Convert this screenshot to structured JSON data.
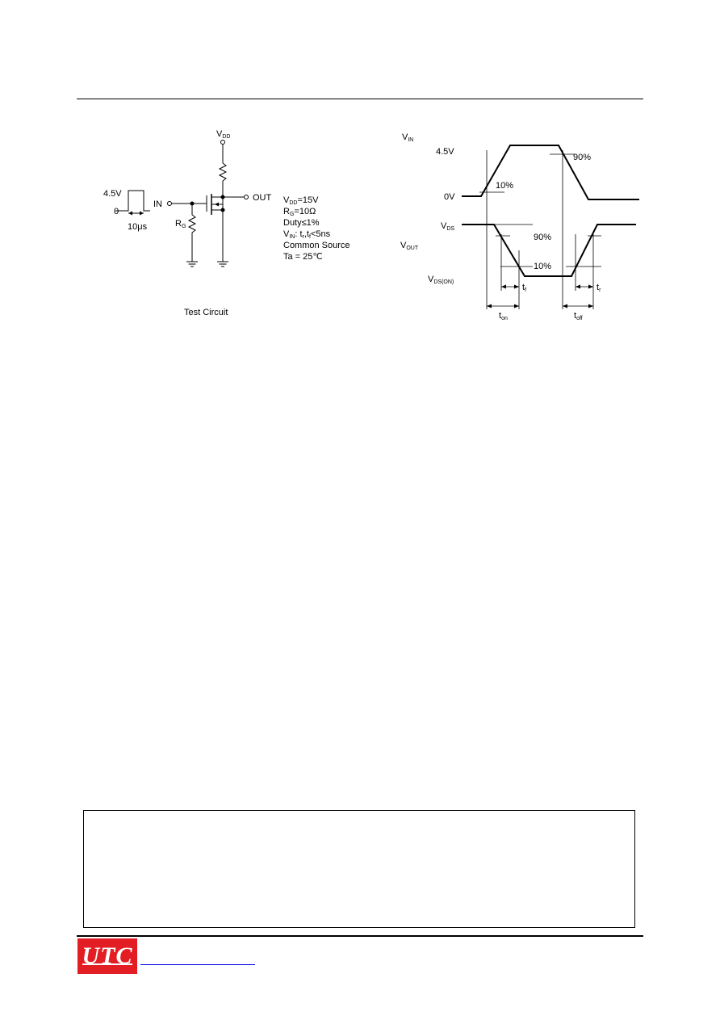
{
  "test_circuit": {
    "caption": "Test Circuit",
    "vdd_node": "V",
    "vdd_node_sub": "DD",
    "in_label": "IN",
    "out_label": "OUT",
    "rg_label": "R",
    "rg_sub": "G",
    "pulse_high": "4.5V",
    "pulse_low": "0",
    "pulse_width": "10μs",
    "params": {
      "vdd_a": "V",
      "vdd_sub": "DD",
      "vdd_b": "=15V",
      "rg_a": "R",
      "rg_sub": "G",
      "rg_b": "=10Ω",
      "duty": "Duty≤1%",
      "vin_a": "V",
      "vin_sub": "IN",
      "vin_b": ": t",
      "vin_sub2": "r",
      "vin_c": ",t",
      "vin_sub3": "f",
      "vin_d": "<5ns",
      "source": "Common Source",
      "ta": "Ta = 25℃"
    }
  },
  "waveform": {
    "vin_a": "V",
    "vin_sub": "IN",
    "level_high": "4.5V",
    "level_low": "0V",
    "pct_10_in": "10%",
    "pct_90_in": "90%",
    "vds_a": "V",
    "vds_sub": "DS",
    "vout_a": "V",
    "vout_sub": "OUT",
    "pct_90_out": "90%",
    "pct_10_out": "10%",
    "vdson_a": "V",
    "vdson_sub": "DS(ON)",
    "tf_a": "t",
    "tf_sub": "f",
    "tr_a": "t",
    "tr_sub": "r",
    "ton_a": "t",
    "ton_sub": "on",
    "toff_a": "t",
    "toff_sub": "off"
  },
  "footer": {
    "logo": "UTC"
  }
}
